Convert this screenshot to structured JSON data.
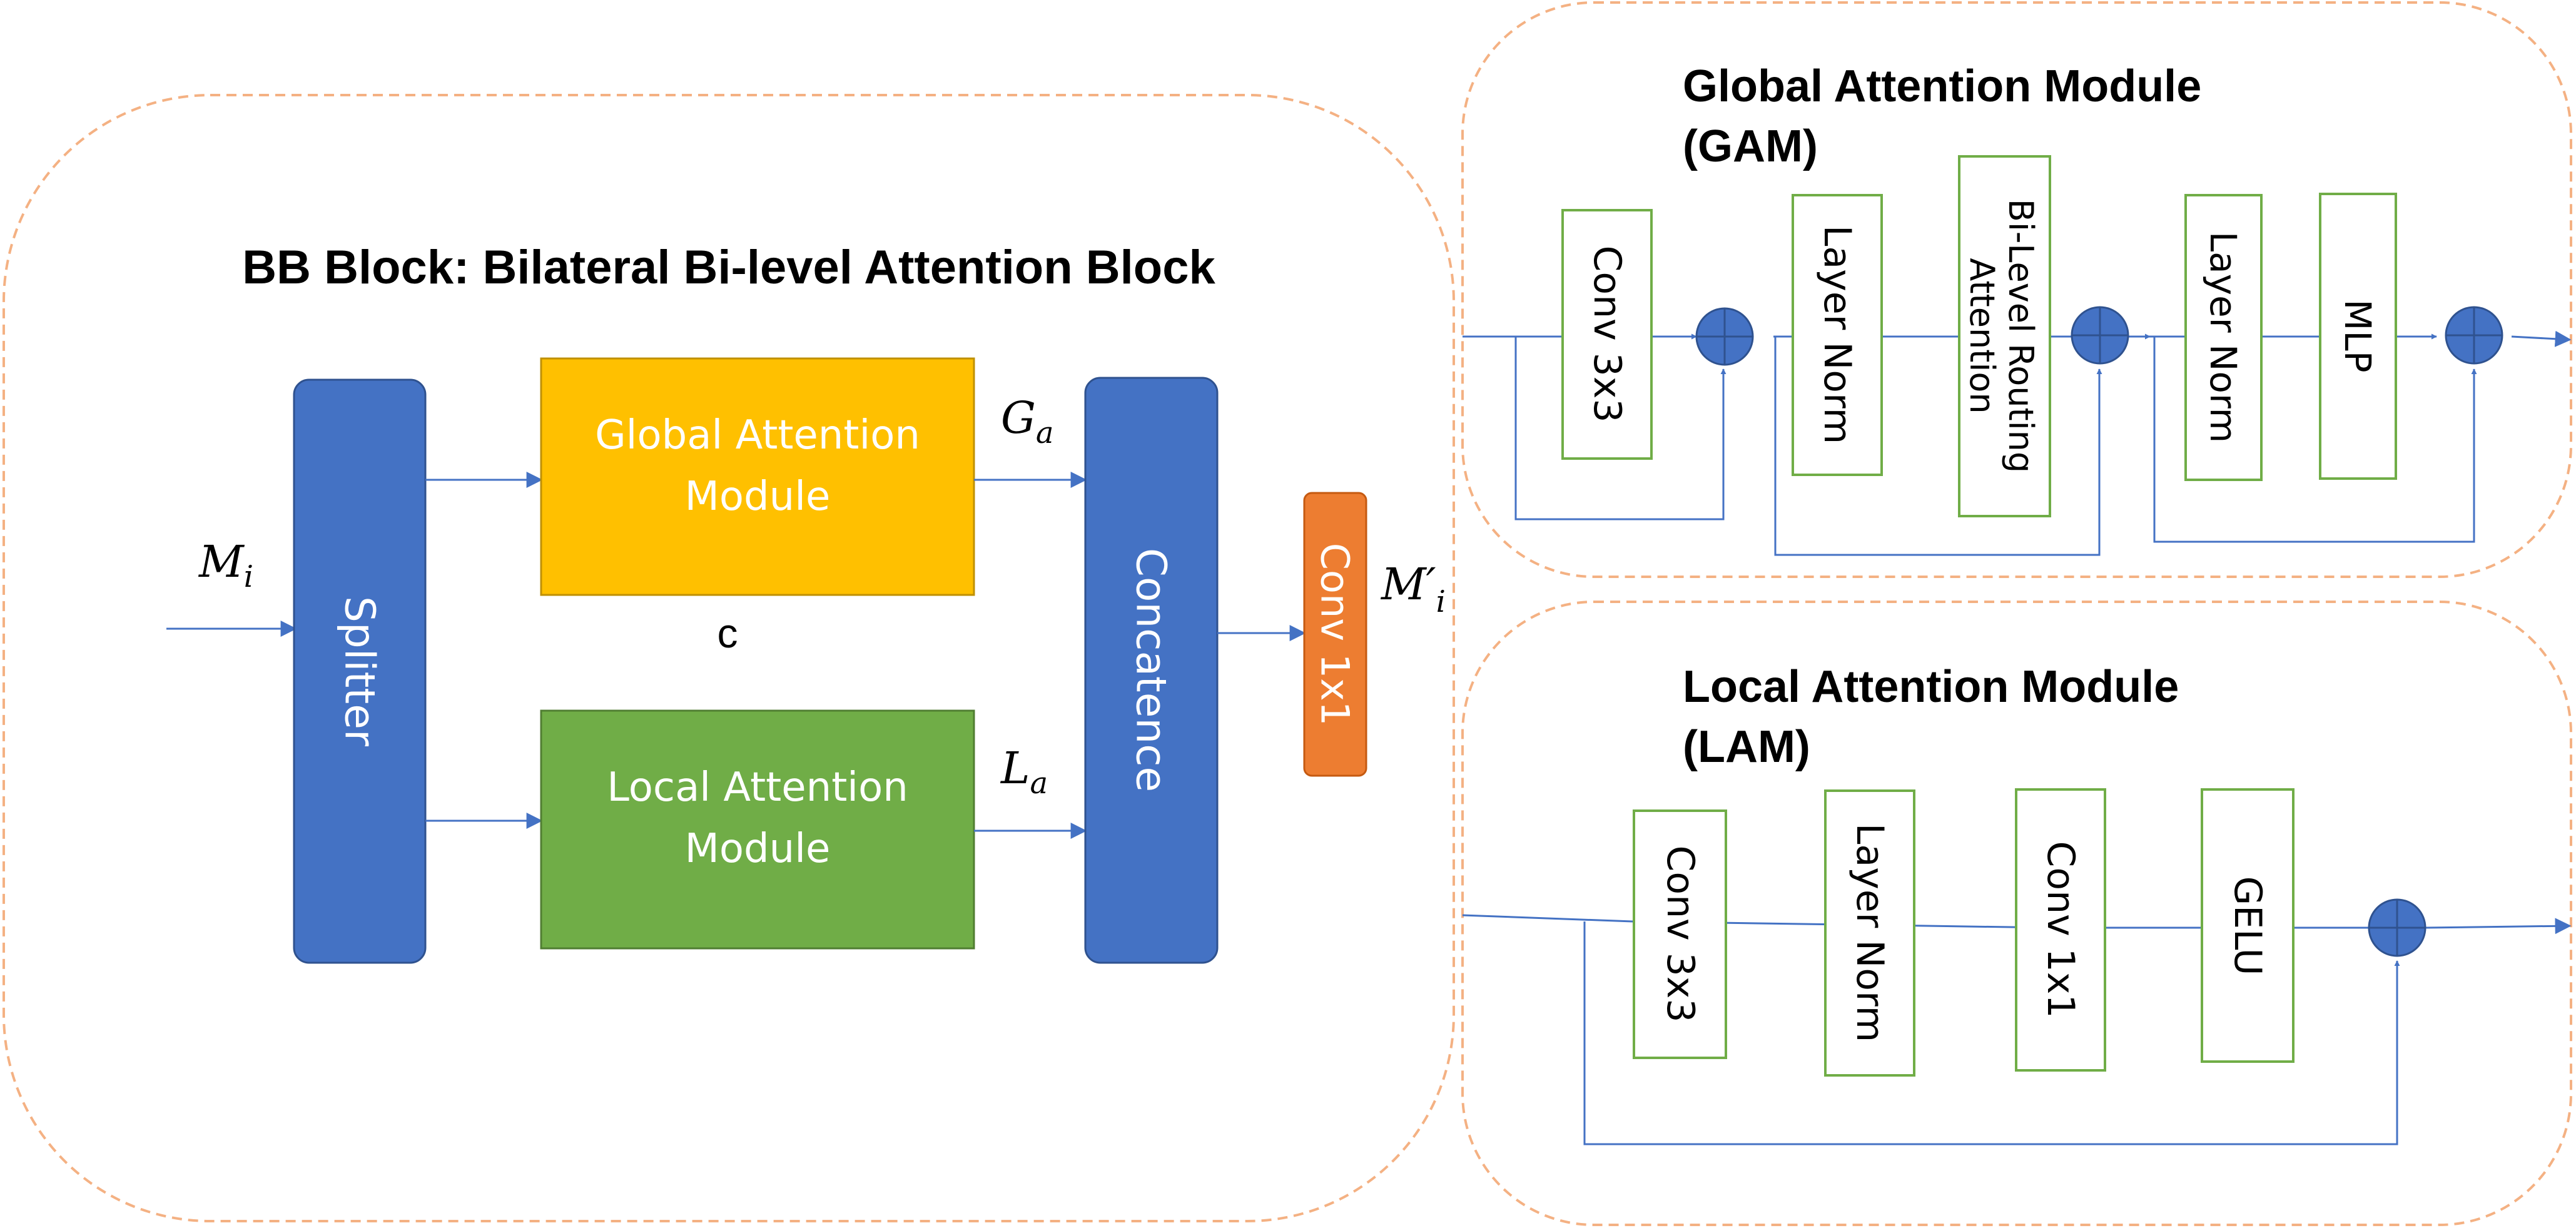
{
  "bb_block": {
    "title": "BB Block: Bilateral Bi-level Attention Block",
    "input_label": "M_i",
    "output_label": "M′_i",
    "splitter_label": "Splitter",
    "global_module_line1": "Global Attention",
    "global_module_line2": "Module",
    "local_module_line1": "Local Attention",
    "local_module_line2": "Module",
    "ga_label": "G_a",
    "la_label": "L_a",
    "c_label": "c",
    "concat_label": "Concatence",
    "conv_label": "Conv 1x1"
  },
  "gam": {
    "title_line1": "Global Attention Module",
    "title_line2": "(GAM)",
    "conv_label": "Conv 3x3",
    "layer_norm1_label": "Layer Norm",
    "bra_line1": "Bi-Level Routing",
    "bra_line2": "Attention",
    "layer_norm2_label": "Layer Norm",
    "mlp_label": "MLP"
  },
  "lam": {
    "title_line1": "Local Attention Module",
    "title_line2": "(LAM)",
    "conv1_label": "Conv 3x3",
    "layer_norm_label": "Layer Norm",
    "conv2_label": "Conv 1x1",
    "gelu_label": "GELU"
  },
  "colors": {
    "blue_block": "#4472C4",
    "global_block": "#FFC000",
    "local_block": "#70AD47",
    "conv_block": "#ED7D31",
    "outline_green": "#70AD47",
    "arrow": "#4472C4",
    "dashed_border": "#F4B183"
  }
}
